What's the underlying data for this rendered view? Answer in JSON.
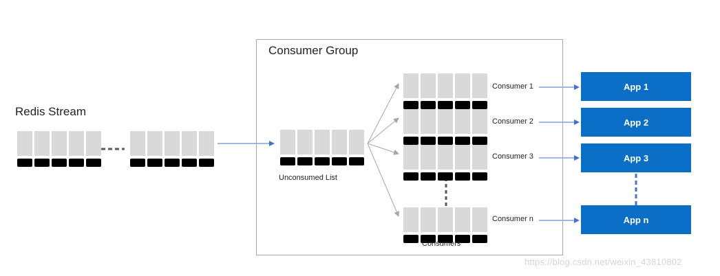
{
  "stream": {
    "title": "Redis Stream"
  },
  "group": {
    "title": "Consumer Group"
  },
  "unconsumed": {
    "label": "Unconsumed List"
  },
  "consumers_caption": "Consumers",
  "consumers": [
    {
      "label": "Consumer 1",
      "app": "App 1"
    },
    {
      "label": "Consumer 2",
      "app": "App 2"
    },
    {
      "label": "Consumer 3",
      "app": "App 3"
    },
    {
      "label": "Consumer n",
      "app": "App n"
    }
  ],
  "watermark": "https://blog.csdn.net/weixin_43810802",
  "colors": {
    "cell_top": "#d9d9d9",
    "cell_bottom": "#000000",
    "app_fill": "#0a6ec6",
    "arrow_blue": "#4472c4",
    "arrow_gray": "#a6a6a6",
    "dash_dark": "#595959"
  }
}
